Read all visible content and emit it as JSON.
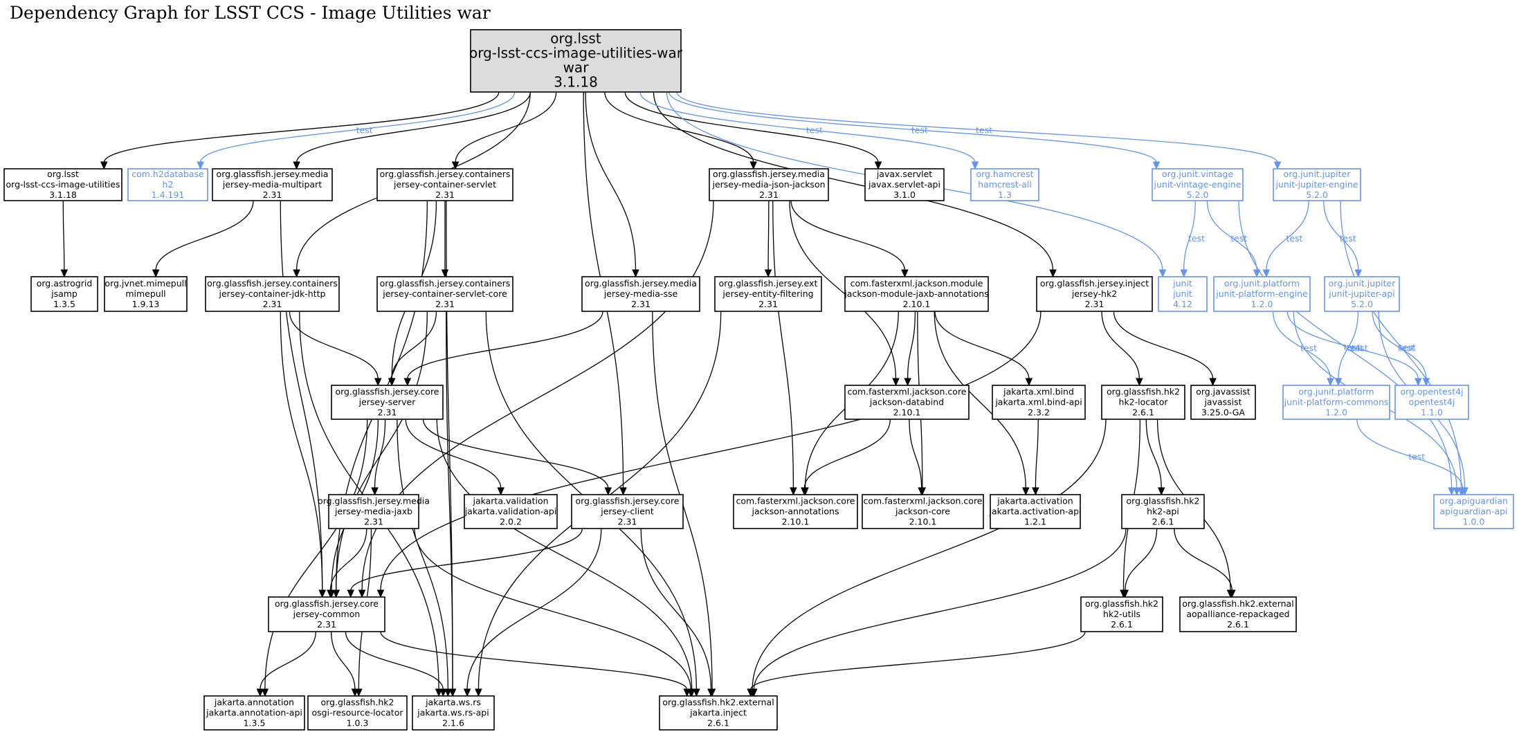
{
  "title": "Dependency Graph for LSST CCS - Image Utilities war",
  "colors": {
    "compile": "#000000",
    "test": "#6495ed",
    "root_fill": "#dcdcdc"
  },
  "nodes": [
    {
      "id": "root",
      "lines": [
        "org.lsst",
        "org-lsst-ccs-image-utilities-war",
        "war",
        "3.1.18"
      ],
      "scope": "root"
    },
    {
      "id": "lsst-utils",
      "lines": [
        "org.lsst",
        "org-lsst-ccs-image-utilities",
        "3.1.18"
      ],
      "scope": "compile"
    },
    {
      "id": "h2",
      "lines": [
        "com.h2database",
        "h2",
        "1.4.191"
      ],
      "scope": "test"
    },
    {
      "id": "multipart",
      "lines": [
        "org.glassfish.jersey.media",
        "jersey-media-multipart",
        "2.31"
      ],
      "scope": "compile"
    },
    {
      "id": "container-servlet",
      "lines": [
        "org.glassfish.jersey.containers",
        "jersey-container-servlet",
        "2.31"
      ],
      "scope": "compile"
    },
    {
      "id": "json-jackson",
      "lines": [
        "org.glassfish.jersey.media",
        "jersey-media-json-jackson",
        "2.31"
      ],
      "scope": "compile"
    },
    {
      "id": "servlet-api",
      "lines": [
        "javax.servlet",
        "javax.servlet-api",
        "3.1.0"
      ],
      "scope": "compile"
    },
    {
      "id": "hamcrest",
      "lines": [
        "org.hamcrest",
        "hamcrest-all",
        "1.3"
      ],
      "scope": "test"
    },
    {
      "id": "vintage",
      "lines": [
        "org.junit.vintage",
        "junit-vintage-engine",
        "5.2.0"
      ],
      "scope": "test"
    },
    {
      "id": "jupiter-engine",
      "lines": [
        "org.junit.jupiter",
        "junit-jupiter-engine",
        "5.2.0"
      ],
      "scope": "test"
    },
    {
      "id": "jsamp",
      "lines": [
        "org.astrogrid",
        "jsamp",
        "1.3.5"
      ],
      "scope": "compile"
    },
    {
      "id": "mimepull",
      "lines": [
        "org.jvnet.mimepull",
        "mimepull",
        "1.9.13"
      ],
      "scope": "compile"
    },
    {
      "id": "jdk-http",
      "lines": [
        "org.glassfish.jersey.containers",
        "jersey-container-jdk-http",
        "2.31"
      ],
      "scope": "compile"
    },
    {
      "id": "servlet-core",
      "lines": [
        "org.glassfish.jersey.containers",
        "jersey-container-servlet-core",
        "2.31"
      ],
      "scope": "compile"
    },
    {
      "id": "sse",
      "lines": [
        "org.glassfish.jersey.media",
        "jersey-media-sse",
        "2.31"
      ],
      "scope": "compile"
    },
    {
      "id": "entity-filtering",
      "lines": [
        "org.glassfish.jersey.ext",
        "jersey-entity-filtering",
        "2.31"
      ],
      "scope": "compile"
    },
    {
      "id": "jaxb-annotations",
      "lines": [
        "com.fasterxml.jackson.module",
        "jackson-module-jaxb-annotations",
        "2.10.1"
      ],
      "scope": "compile"
    },
    {
      "id": "jersey-hk2",
      "lines": [
        "org.glassfish.jersey.inject",
        "jersey-hk2",
        "2.31"
      ],
      "scope": "compile"
    },
    {
      "id": "junit",
      "lines": [
        "junit",
        "junit",
        "4.12"
      ],
      "scope": "test"
    },
    {
      "id": "platform-engine",
      "lines": [
        "org.junit.platform",
        "junit-platform-engine",
        "1.2.0"
      ],
      "scope": "test"
    },
    {
      "id": "jupiter-api",
      "lines": [
        "org.junit.jupiter",
        "junit-jupiter-api",
        "5.2.0"
      ],
      "scope": "test"
    },
    {
      "id": "jersey-server",
      "lines": [
        "org.glassfish.jersey.core",
        "jersey-server",
        "2.31"
      ],
      "scope": "compile"
    },
    {
      "id": "databind",
      "lines": [
        "com.fasterxml.jackson.core",
        "jackson-databind",
        "2.10.1"
      ],
      "scope": "compile"
    },
    {
      "id": "bind-api",
      "lines": [
        "jakarta.xml.bind",
        "jakarta.xml.bind-api",
        "2.3.2"
      ],
      "scope": "compile"
    },
    {
      "id": "hk2-locator",
      "lines": [
        "org.glassfish.hk2",
        "hk2-locator",
        "2.6.1"
      ],
      "scope": "compile"
    },
    {
      "id": "javassist",
      "lines": [
        "org.javassist",
        "javassist",
        "3.25.0-GA"
      ],
      "scope": "compile"
    },
    {
      "id": "platform-commons",
      "lines": [
        "org.junit.platform",
        "junit-platform-commons",
        "1.2.0"
      ],
      "scope": "test"
    },
    {
      "id": "opentest4j",
      "lines": [
        "org.opentest4j",
        "opentest4j",
        "1.1.0"
      ],
      "scope": "test"
    },
    {
      "id": "media-jaxb",
      "lines": [
        "org.glassfish.jersey.media",
        "jersey-media-jaxb",
        "2.31"
      ],
      "scope": "compile"
    },
    {
      "id": "validation-api",
      "lines": [
        "jakarta.validation",
        "jakarta.validation-api",
        "2.0.2"
      ],
      "scope": "compile"
    },
    {
      "id": "jersey-client",
      "lines": [
        "org.glassfish.jersey.core",
        "jersey-client",
        "2.31"
      ],
      "scope": "compile"
    },
    {
      "id": "jackson-annotations",
      "lines": [
        "com.fasterxml.jackson.core",
        "jackson-annotations",
        "2.10.1"
      ],
      "scope": "compile"
    },
    {
      "id": "jackson-core",
      "lines": [
        "com.fasterxml.jackson.core",
        "jackson-core",
        "2.10.1"
      ],
      "scope": "compile"
    },
    {
      "id": "activation-api",
      "lines": [
        "jakarta.activation",
        "jakarta.activation-api",
        "1.2.1"
      ],
      "scope": "compile"
    },
    {
      "id": "hk2-api",
      "lines": [
        "org.glassfish.hk2",
        "hk2-api",
        "2.6.1"
      ],
      "scope": "compile"
    },
    {
      "id": "apiguardian",
      "lines": [
        "org.apiguardian",
        "apiguardian-api",
        "1.0.0"
      ],
      "scope": "test"
    },
    {
      "id": "jersey-common",
      "lines": [
        "org.glassfish.jersey.core",
        "jersey-common",
        "2.31"
      ],
      "scope": "compile"
    },
    {
      "id": "hk2-utils",
      "lines": [
        "org.glassfish.hk2",
        "hk2-utils",
        "2.6.1"
      ],
      "scope": "compile"
    },
    {
      "id": "aopalliance",
      "lines": [
        "org.glassfish.hk2.external",
        "aopalliance-repackaged",
        "2.6.1"
      ],
      "scope": "compile"
    },
    {
      "id": "annotation-api",
      "lines": [
        "jakarta.annotation",
        "jakarta.annotation-api",
        "1.3.5"
      ],
      "scope": "compile"
    },
    {
      "id": "osgi-locator",
      "lines": [
        "org.glassfish.hk2",
        "osgi-resource-locator",
        "1.0.3"
      ],
      "scope": "compile"
    },
    {
      "id": "ws-rs-api",
      "lines": [
        "jakarta.ws.rs",
        "jakarta.ws.rs-api",
        "2.1.6"
      ],
      "scope": "compile"
    },
    {
      "id": "jakarta-inject",
      "lines": [
        "org.glassfish.hk2.external",
        "jakarta.inject",
        "2.6.1"
      ],
      "scope": "compile"
    }
  ],
  "edges": [
    {
      "from": "root",
      "to": "lsst-utils",
      "scope": "compile"
    },
    {
      "from": "root",
      "to": "h2",
      "scope": "test",
      "label": "test"
    },
    {
      "from": "root",
      "to": "multipart",
      "scope": "compile"
    },
    {
      "from": "root",
      "to": "container-servlet",
      "scope": "compile"
    },
    {
      "from": "root",
      "to": "jdk-http",
      "scope": "compile"
    },
    {
      "from": "root",
      "to": "sse",
      "scope": "compile"
    },
    {
      "from": "root",
      "to": "jersey-client",
      "scope": "compile"
    },
    {
      "from": "root",
      "to": "json-jackson",
      "scope": "compile"
    },
    {
      "from": "root",
      "to": "jersey-hk2",
      "scope": "compile"
    },
    {
      "from": "root",
      "to": "servlet-api",
      "scope": "compile"
    },
    {
      "from": "root",
      "to": "junit",
      "scope": "test",
      "label": "test"
    },
    {
      "from": "root",
      "to": "hamcrest",
      "scope": "test",
      "label": "test"
    },
    {
      "from": "root",
      "to": "vintage",
      "scope": "test",
      "label": "test"
    },
    {
      "from": "root",
      "to": "jupiter-engine",
      "scope": "test",
      "label": "test"
    },
    {
      "from": "lsst-utils",
      "to": "jsamp",
      "scope": "compile"
    },
    {
      "from": "multipart",
      "to": "mimepull",
      "scope": "compile"
    },
    {
      "from": "multipart",
      "to": "jersey-common",
      "scope": "compile"
    },
    {
      "from": "container-servlet",
      "to": "servlet-core",
      "scope": "compile"
    },
    {
      "from": "container-servlet",
      "to": "jersey-server",
      "scope": "compile"
    },
    {
      "from": "container-servlet",
      "to": "jersey-common",
      "scope": "compile"
    },
    {
      "from": "container-servlet",
      "to": "ws-rs-api",
      "scope": "compile"
    },
    {
      "from": "jdk-http",
      "to": "jersey-server",
      "scope": "compile"
    },
    {
      "from": "jdk-http",
      "to": "jersey-common",
      "scope": "compile"
    },
    {
      "from": "jdk-http",
      "to": "ws-rs-api",
      "scope": "compile"
    },
    {
      "from": "servlet-core",
      "to": "jersey-server",
      "scope": "compile"
    },
    {
      "from": "servlet-core",
      "to": "jersey-common",
      "scope": "compile"
    },
    {
      "from": "servlet-core",
      "to": "ws-rs-api",
      "scope": "compile"
    },
    {
      "from": "servlet-core",
      "to": "jakarta-inject",
      "scope": "compile"
    },
    {
      "from": "sse",
      "to": "jersey-server",
      "scope": "compile"
    },
    {
      "from": "sse",
      "to": "jakarta-inject",
      "scope": "compile"
    },
    {
      "from": "json-jackson",
      "to": "entity-filtering",
      "scope": "compile"
    },
    {
      "from": "json-jackson",
      "to": "jaxb-annotations",
      "scope": "compile"
    },
    {
      "from": "json-jackson",
      "to": "databind",
      "scope": "compile"
    },
    {
      "from": "json-jackson",
      "to": "jackson-annotations",
      "scope": "compile"
    },
    {
      "from": "json-jackson",
      "to": "jersey-common",
      "scope": "compile"
    },
    {
      "from": "entity-filtering",
      "to": "ws-rs-api",
      "scope": "compile"
    },
    {
      "from": "jaxb-annotations",
      "to": "databind",
      "scope": "compile"
    },
    {
      "from": "jaxb-annotations",
      "to": "bind-api",
      "scope": "compile"
    },
    {
      "from": "jaxb-annotations",
      "to": "jackson-annotations",
      "scope": "compile"
    },
    {
      "from": "jaxb-annotations",
      "to": "jackson-core",
      "scope": "compile"
    },
    {
      "from": "jaxb-annotations",
      "to": "activation-api",
      "scope": "compile"
    },
    {
      "from": "databind",
      "to": "jackson-annotations",
      "scope": "compile"
    },
    {
      "from": "databind",
      "to": "jackson-core",
      "scope": "compile"
    },
    {
      "from": "bind-api",
      "to": "activation-api",
      "scope": "compile"
    },
    {
      "from": "jersey-hk2",
      "to": "hk2-locator",
      "scope": "compile"
    },
    {
      "from": "jersey-hk2",
      "to": "javassist",
      "scope": "compile"
    },
    {
      "from": "jersey-hk2",
      "to": "jersey-common",
      "scope": "compile"
    },
    {
      "from": "hk2-locator",
      "to": "hk2-api",
      "scope": "compile"
    },
    {
      "from": "hk2-locator",
      "to": "hk2-utils",
      "scope": "compile"
    },
    {
      "from": "hk2-locator",
      "to": "aopalliance",
      "scope": "compile"
    },
    {
      "from": "hk2-locator",
      "to": "jakarta-inject",
      "scope": "compile"
    },
    {
      "from": "hk2-api",
      "to": "hk2-utils",
      "scope": "compile"
    },
    {
      "from": "hk2-api",
      "to": "aopalliance",
      "scope": "compile"
    },
    {
      "from": "hk2-api",
      "to": "jakarta-inject",
      "scope": "compile"
    },
    {
      "from": "hk2-utils",
      "to": "jakarta-inject",
      "scope": "compile"
    },
    {
      "from": "jersey-server",
      "to": "media-jaxb",
      "scope": "compile"
    },
    {
      "from": "jersey-server",
      "to": "validation-api",
      "scope": "compile"
    },
    {
      "from": "jersey-server",
      "to": "jersey-client",
      "scope": "compile"
    },
    {
      "from": "jersey-server",
      "to": "jersey-common",
      "scope": "compile"
    },
    {
      "from": "jersey-server",
      "to": "annotation-api",
      "scope": "compile"
    },
    {
      "from": "jersey-server",
      "to": "ws-rs-api",
      "scope": "compile"
    },
    {
      "from": "jersey-server",
      "to": "jakarta-inject",
      "scope": "compile"
    },
    {
      "from": "media-jaxb",
      "to": "jersey-common",
      "scope": "compile"
    },
    {
      "from": "media-jaxb",
      "to": "osgi-locator",
      "scope": "compile"
    },
    {
      "from": "media-jaxb",
      "to": "jakarta-inject",
      "scope": "compile"
    },
    {
      "from": "jersey-client",
      "to": "jersey-common",
      "scope": "compile"
    },
    {
      "from": "jersey-client",
      "to": "ws-rs-api",
      "scope": "compile"
    },
    {
      "from": "jersey-client",
      "to": "jakarta-inject",
      "scope": "compile"
    },
    {
      "from": "jersey-common",
      "to": "annotation-api",
      "scope": "compile"
    },
    {
      "from": "jersey-common",
      "to": "osgi-locator",
      "scope": "compile"
    },
    {
      "from": "jersey-common",
      "to": "ws-rs-api",
      "scope": "compile"
    },
    {
      "from": "jersey-common",
      "to": "jakarta-inject",
      "scope": "compile"
    },
    {
      "from": "vintage",
      "to": "junit",
      "scope": "test",
      "label": "test"
    },
    {
      "from": "vintage",
      "to": "platform-engine",
      "scope": "test",
      "label": "test"
    },
    {
      "from": "vintage",
      "to": "apiguardian",
      "scope": "test",
      "label": "test"
    },
    {
      "from": "jupiter-engine",
      "to": "platform-engine",
      "scope": "test",
      "label": "test"
    },
    {
      "from": "jupiter-engine",
      "to": "jupiter-api",
      "scope": "test",
      "label": "test"
    },
    {
      "from": "jupiter-engine",
      "to": "apiguardian",
      "scope": "test",
      "label": "test"
    },
    {
      "from": "platform-engine",
      "to": "platform-commons",
      "scope": "test",
      "label": "test"
    },
    {
      "from": "platform-engine",
      "to": "opentest4j",
      "scope": "test",
      "label": "test"
    },
    {
      "from": "platform-engine",
      "to": "apiguardian",
      "scope": "test",
      "label": "test"
    },
    {
      "from": "jupiter-api",
      "to": "platform-commons",
      "scope": "test",
      "label": "test"
    },
    {
      "from": "jupiter-api",
      "to": "opentest4j",
      "scope": "test",
      "label": "test"
    },
    {
      "from": "jupiter-api",
      "to": "apiguardian",
      "scope": "test",
      "label": "test"
    },
    {
      "from": "platform-commons",
      "to": "apiguardian",
      "scope": "test",
      "label": "test"
    }
  ]
}
